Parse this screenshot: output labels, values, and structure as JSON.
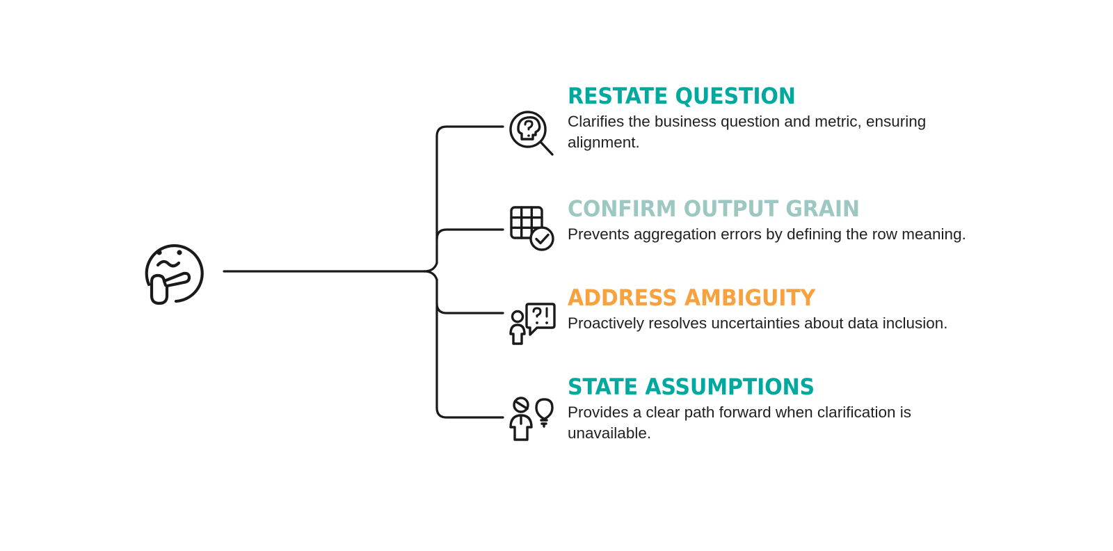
{
  "diagram": {
    "type": "bracket-tree",
    "root": {
      "icon": "thinking-face-icon",
      "label": ""
    },
    "colors": {
      "teal": "#00a99d",
      "sage": "#9cc8c1",
      "orange": "#f7a13f",
      "line": "#1a1a1a",
      "body_text": "#231f20",
      "background": "#ffffff"
    },
    "branches": [
      {
        "icon": "head-question-magnifier-icon",
        "title": "RESTATE QUESTION",
        "description": "Clarifies the business question and metric, ensuring alignment.",
        "color": "#00a99d"
      },
      {
        "icon": "grid-check-icon",
        "title": "CONFIRM OUTPUT GRAIN",
        "description": "Prevents aggregation errors by defining the row meaning.",
        "color": "#9cc8c1"
      },
      {
        "icon": "person-question-exclaim-bubble-icon",
        "title": "ADDRESS AMBIGUITY",
        "description": "Proactively resolves uncertainties about data inclusion.",
        "color": "#f7a13f"
      },
      {
        "icon": "person-lightbulb-icon",
        "title": "STATE ASSUMPTIONS",
        "description": "Provides a clear path forward when clarification is unavailable.",
        "color": "#00a99d"
      }
    ]
  }
}
